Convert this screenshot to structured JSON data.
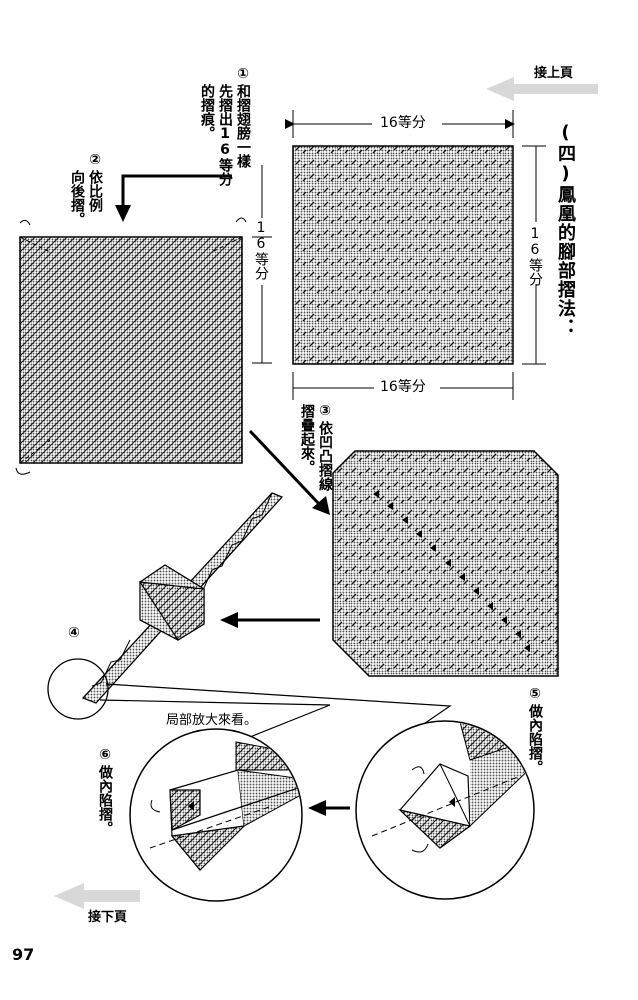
{
  "page": {
    "number": "97",
    "nav_prev": "接上頁",
    "nav_next": "接下頁"
  },
  "section": {
    "title": "(四)鳳凰的腳部摺法："
  },
  "steps": {
    "s1": {
      "marker": "①",
      "text1": "和摺翅膀一樣",
      "text2": "先摺出16等分",
      "text3": "的摺痕。"
    },
    "s2": {
      "marker": "②",
      "text1": "依比例",
      "text2": "向後摺。"
    },
    "s3": {
      "marker": "③",
      "text1": "依凹凸摺線",
      "text2": "摺疊起來。"
    },
    "s4": {
      "marker": "④"
    },
    "s5": {
      "marker": "⑤",
      "text1": "做內陷摺。"
    },
    "s6": {
      "marker": "⑥",
      "text1": "做內陷摺。"
    }
  },
  "labels": {
    "top_width": "16等分",
    "right_height": "16等分",
    "bottom_width": "16等分",
    "left_height": "16等分",
    "zoom_caption": "局部放大來看。"
  },
  "colors": {
    "ink": "#000000",
    "paper": "#ffffff",
    "screentone": "#9a9a9a",
    "nav_arrow": "#d8d8d8"
  }
}
